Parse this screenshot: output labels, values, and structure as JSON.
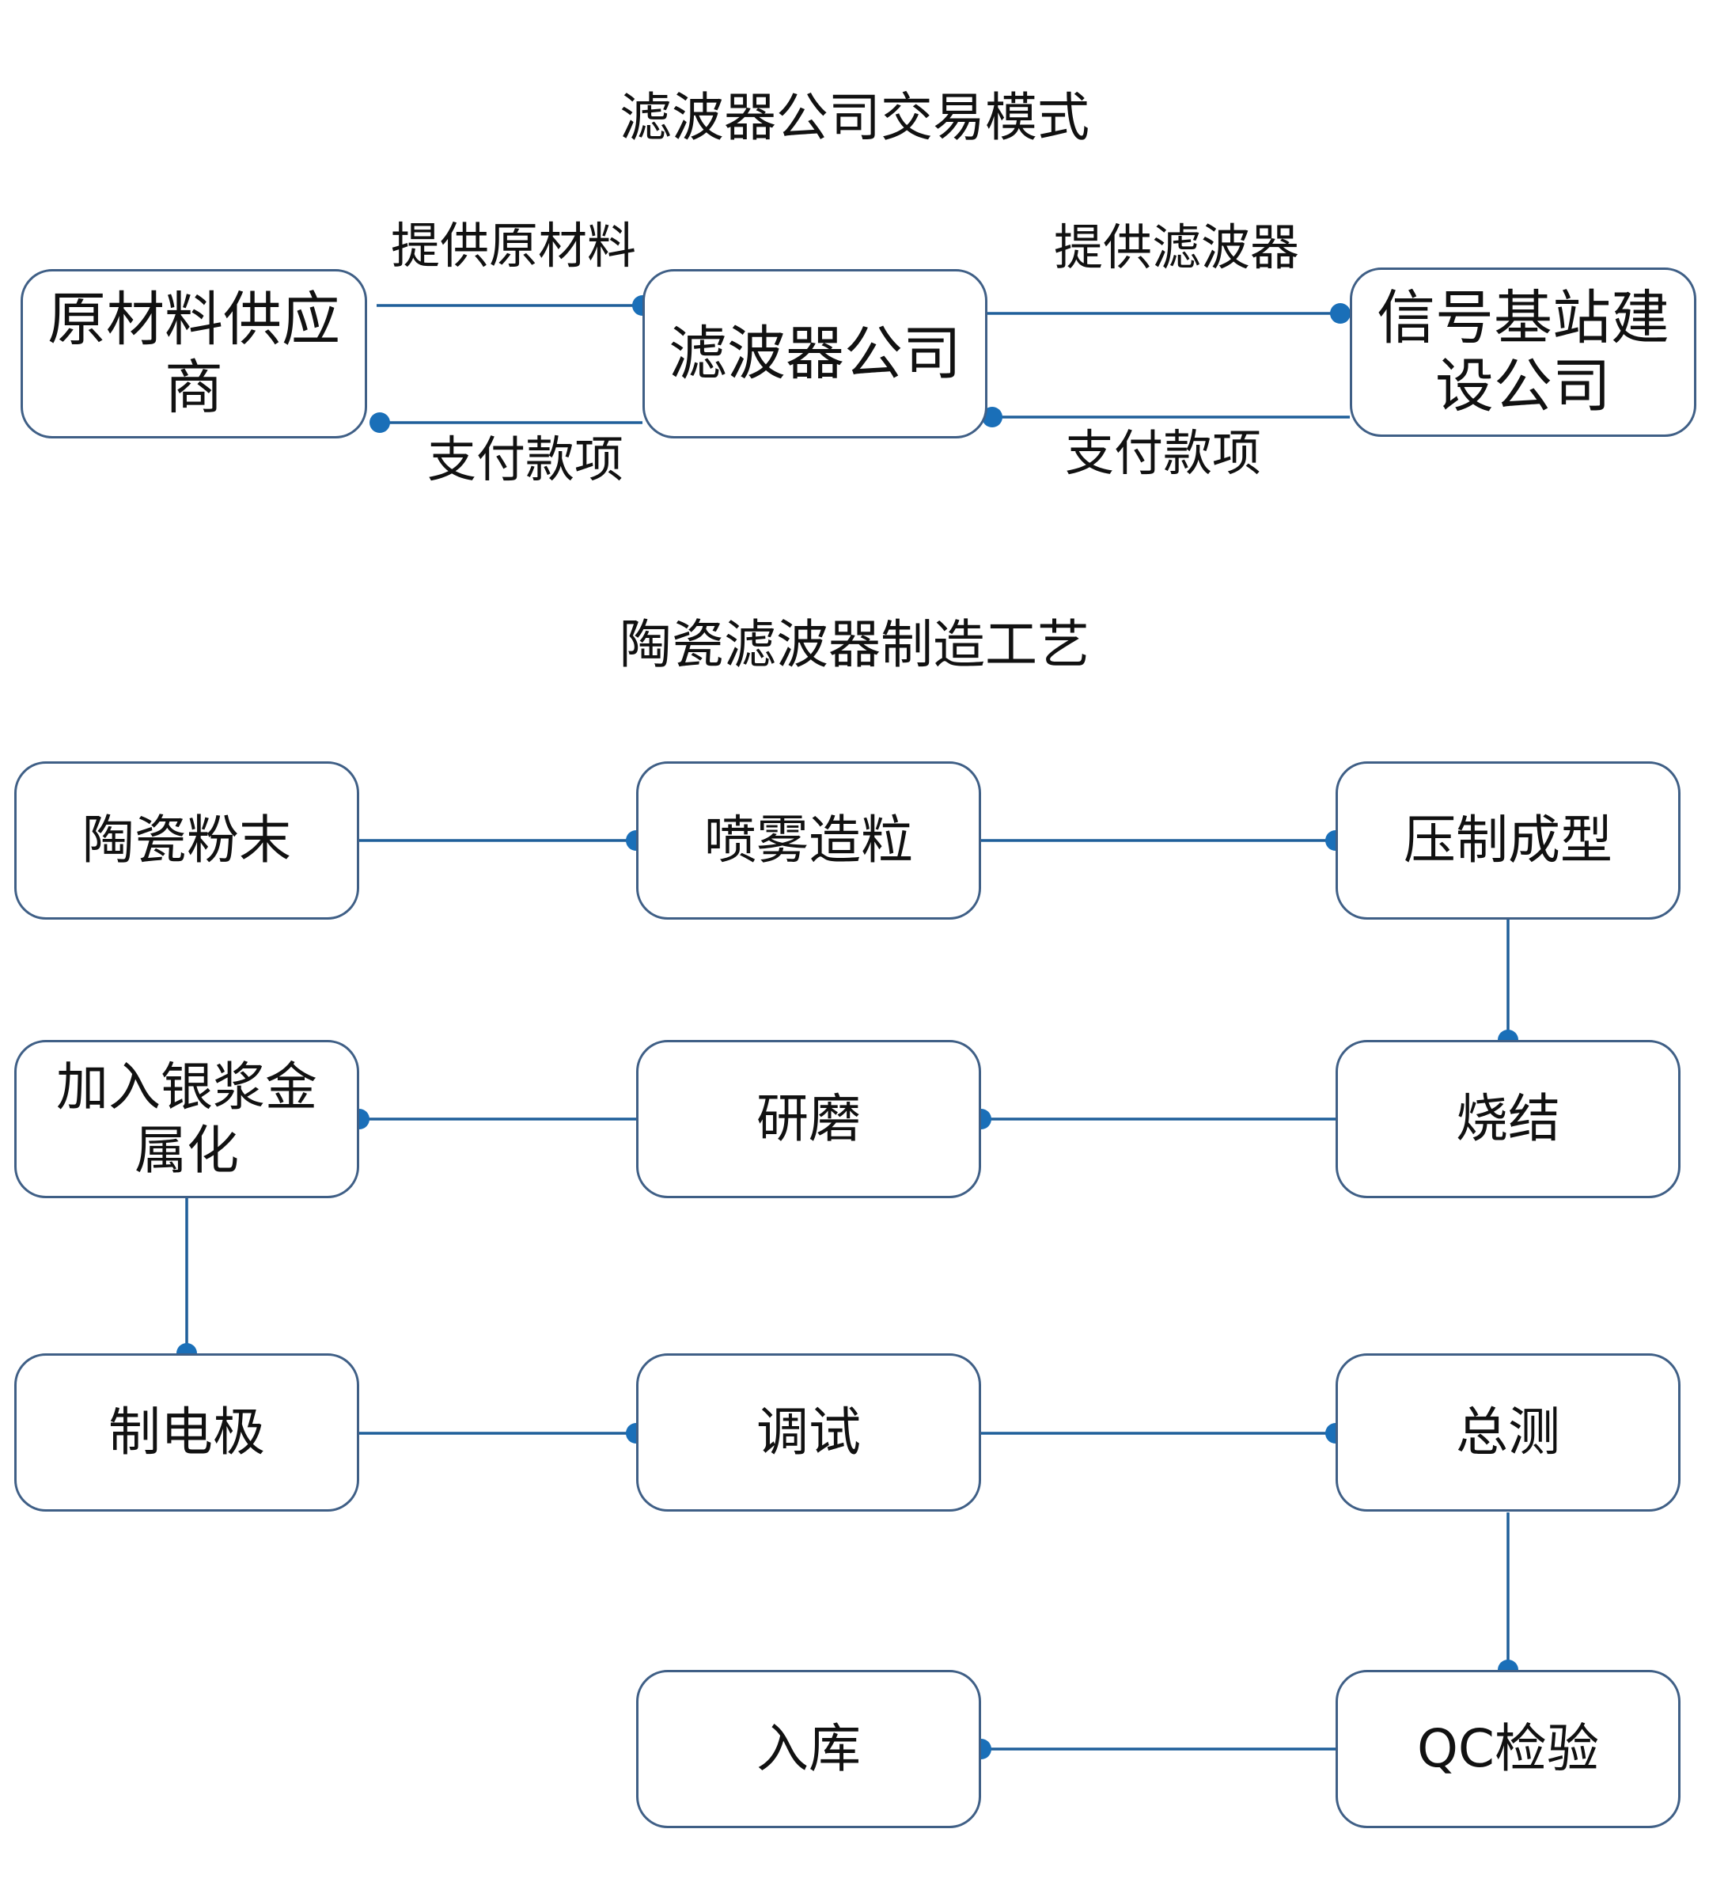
{
  "section1": {
    "title": "滤波器公司交易模式",
    "nodes": {
      "supplier": "原材料供应商",
      "filter_company": "滤波器公司",
      "base_station": "信号基站建设公司"
    },
    "edges": {
      "supply_material": "提供原材料",
      "pay_supplier": "支付款项",
      "supply_filter": "提供滤波器",
      "pay_company": "支付款项"
    }
  },
  "section2": {
    "title": "陶瓷滤波器制造工艺",
    "steps": [
      "陶瓷粉末",
      "喷雾造粒",
      "压制成型",
      "烧结",
      "研磨",
      "加入银浆金属化",
      "制电极",
      "调试",
      "总测",
      "QC检验",
      "入库"
    ]
  },
  "colors": {
    "line": "#1f5f9a",
    "dot": "#1a6fb8",
    "box_border": "#3f5f86"
  }
}
